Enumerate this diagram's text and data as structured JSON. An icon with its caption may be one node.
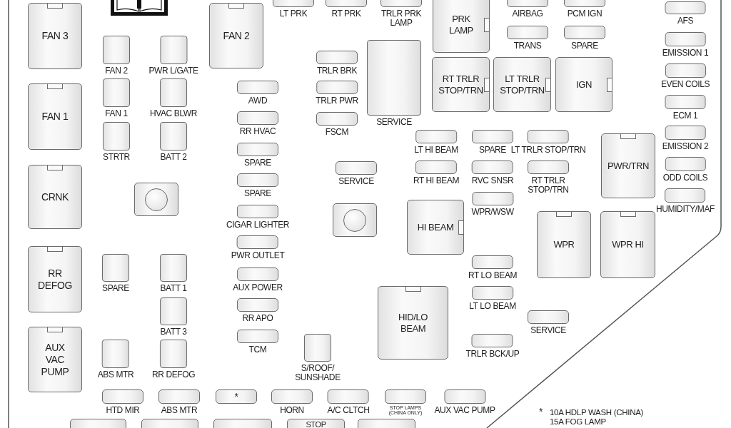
{
  "diagram": {
    "nodes": [
      {
        "text": [
          "FAN 3"
        ]
      },
      {
        "text": [
          "FAN 2"
        ]
      },
      {
        "text": [
          "LT PRK"
        ]
      },
      {
        "text": [
          "RT PRK"
        ]
      },
      {
        "text": [
          "TRLR PRK LAMP"
        ]
      },
      {
        "text": [
          "PRK LAMP"
        ]
      },
      {
        "text": [
          "AIRBAG"
        ]
      },
      {
        "text": [
          "PCM IGN"
        ]
      },
      {
        "text": [
          "AFS"
        ]
      },
      {
        "text": [
          "TRANS"
        ]
      },
      {
        "text": [
          "SPARE"
        ]
      },
      {
        "text": [
          "FAN 2"
        ]
      },
      {
        "text": [
          "PWR L/GATE"
        ]
      },
      {
        "text": [
          "EMISSION 1"
        ]
      },
      {
        "text": [
          "TRLR BRK"
        ]
      },
      {
        "text": [
          "SERVICE"
        ]
      },
      {
        "text": [
          "RT TRLR STOP/TRN"
        ]
      },
      {
        "text": [
          "LT TRLR STOP/TRN"
        ]
      },
      {
        "text": [
          "IGN"
        ]
      },
      {
        "text": [
          "EVEN COILS"
        ]
      },
      {
        "text": [
          "FAN 1"
        ]
      },
      {
        "text": [
          "FAN 1"
        ]
      },
      {
        "text": [
          "HVAC BLWR"
        ]
      },
      {
        "text": [
          "AWD"
        ]
      },
      {
        "text": [
          "TRLR PWR"
        ]
      },
      {
        "text": [
          "ECM 1"
        ]
      },
      {
        "text": [
          "RR HVAC"
        ]
      },
      {
        "text": [
          "FSCM"
        ]
      },
      {
        "text": [
          "STRTR"
        ]
      },
      {
        "text": [
          "BATT 2"
        ]
      },
      {
        "text": [
          "EMISSION 2"
        ]
      },
      {
        "text": [
          "LT HI BEAM"
        ]
      },
      {
        "text": [
          "SPARE"
        ]
      },
      {
        "text": [
          "LT TRLR STOP/TRN"
        ]
      },
      {
        "text": [
          "PWR/TRN"
        ]
      },
      {
        "text": [
          "SPARE"
        ]
      },
      {
        "text": [
          "ODD COILS"
        ]
      },
      {
        "text": [
          "SERVICE"
        ]
      },
      {
        "text": [
          "RT HI BEAM"
        ]
      },
      {
        "text": [
          "RVC SNSR"
        ]
      },
      {
        "text": [
          "RT TRLR STOP/TRN"
        ]
      },
      {
        "text": [
          "CRNK"
        ]
      },
      {
        "text": [
          "SPARE"
        ]
      },
      {
        "text": [],
        "shape": "box"
      },
      {
        "text": [
          "HUMIDITY/MAF"
        ]
      },
      {
        "text": [
          "WPR/WSW"
        ]
      },
      {
        "text": [
          "HI BEAM"
        ]
      },
      {
        "text": [],
        "shape": "box"
      },
      {
        "text": [
          "CIGAR LIGHTER"
        ]
      },
      {
        "text": [
          "WPR"
        ]
      },
      {
        "text": [
          "WPR HI"
        ]
      },
      {
        "text": [
          "PWR OUTLET"
        ]
      },
      {
        "text": [
          "RR DEFOG"
        ]
      },
      {
        "text": [
          "SPARE"
        ]
      },
      {
        "text": [
          "BATT 1"
        ]
      },
      {
        "text": [
          "RT LO BEAM"
        ]
      },
      {
        "text": [
          "AUX POWER"
        ]
      },
      {
        "text": [
          "HID/LO BEAM"
        ]
      },
      {
        "text": [
          "LT LO BEAM"
        ]
      },
      {
        "text": [
          "BATT 3"
        ]
      },
      {
        "text": [
          "RR APO"
        ]
      },
      {
        "text": [
          "SERVICE"
        ]
      },
      {
        "text": [
          "AUX VAC PUMP"
        ]
      },
      {
        "text": [
          "TCM"
        ]
      },
      {
        "text": [
          "S/ROOF/ SUNSHADE"
        ]
      },
      {
        "text": [
          "TRLR BCK/UP"
        ]
      },
      {
        "text": [
          "ABS MTR"
        ]
      },
      {
        "text": [
          "RR DEFOG"
        ]
      },
      {
        "text": [
          "HTD MIR"
        ]
      },
      {
        "text": [
          "ABS MTR"
        ]
      },
      {
        "text": [
          "*"
        ]
      },
      {
        "text": [
          "HORN"
        ]
      },
      {
        "text": [
          "A/C CLTCH"
        ]
      },
      {
        "text": [
          "STOP LAMPS (CHINA ONLY)"
        ]
      },
      {
        "text": [
          "AUX VAC PUMP"
        ]
      },
      {
        "text": [],
        "shape": "box"
      },
      {
        "text": [],
        "shape": "box"
      },
      {
        "text": [],
        "shape": "box"
      },
      {
        "text": [
          "STOP"
        ]
      },
      {
        "text": [],
        "shape": "box"
      }
    ],
    "labels": [
      "*",
      "10A HDLP WASH (CHINA)",
      "15A FOG LAMP"
    ]
  }
}
